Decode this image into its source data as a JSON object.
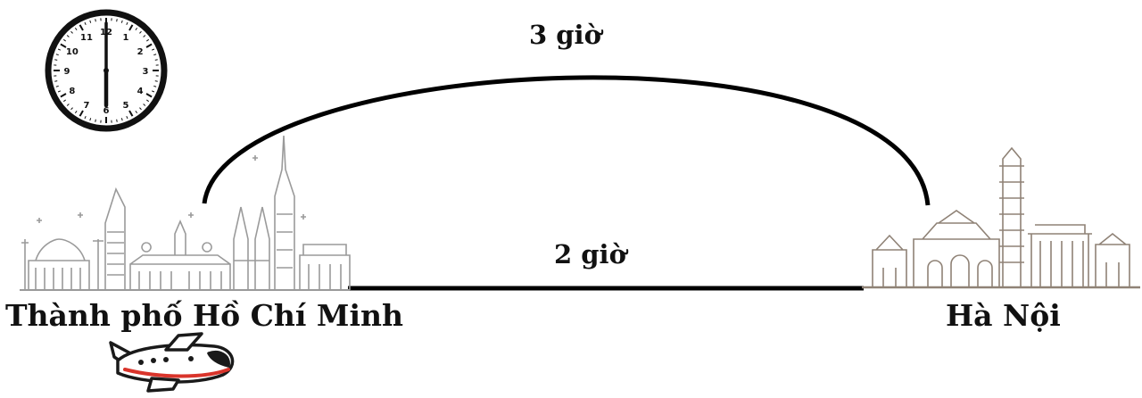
{
  "route": {
    "from_city": "Thành phố Hồ Chí Minh",
    "to_city": "Hà Nội",
    "arc_duration_label": "3 giờ",
    "straight_duration_label": "2 giờ"
  },
  "clock": {
    "numerals": [
      "12",
      "1",
      "2",
      "3",
      "4",
      "5",
      "6",
      "7",
      "8",
      "9",
      "10",
      "11"
    ],
    "hour": 6,
    "minute": 0
  },
  "icons": [
    "clock-icon",
    "airplane-icon",
    "hcmc-skyline-icon",
    "hanoi-landmarks-icon"
  ],
  "colors": {
    "line": "#000000",
    "skyline": "#9a9a9a",
    "hanoi": "#8f8276",
    "airplane_stripe": "#d9342b"
  }
}
